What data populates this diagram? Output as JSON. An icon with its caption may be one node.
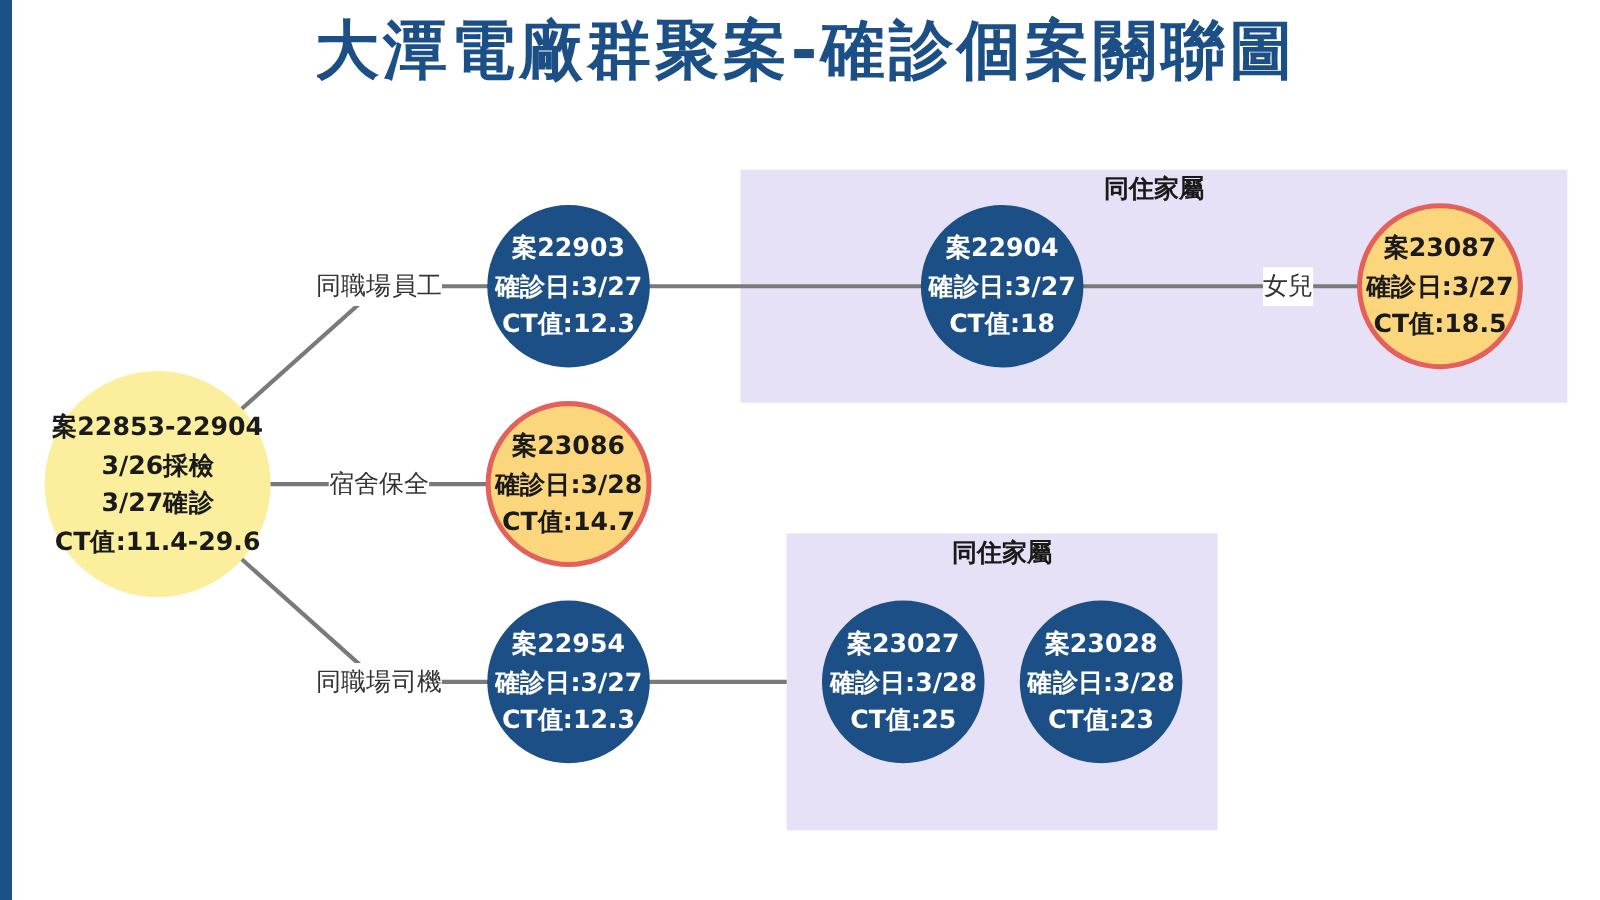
{
  "diagram": {
    "title": "大潭電廠群聚案-確診個案關聯圖",
    "nodes": [
      {
        "text": [
          "案22853-22904",
          "3/26採檢",
          "3/27確診",
          "CT值:11.4-29.6"
        ]
      },
      {
        "text": [
          "案22954",
          "確診日:3/27",
          "CT值:12.3"
        ]
      },
      {
        "text": [
          "同住家屬"
        ]
      },
      {
        "text": [
          "案23027",
          "確診日:3/28",
          "CT值:25"
        ],
        "in": 2
      },
      {
        "text": [
          "案23028",
          "確診日:3/28",
          "CT值:23"
        ],
        "in": 2
      },
      {
        "text": [
          "案23086",
          "確診日:3/28",
          "CT值:14.7"
        ]
      },
      {
        "text": [
          "案22903",
          "確診日:3/27",
          "CT值:12.3"
        ]
      },
      {
        "text": [
          "同住家屬"
        ]
      },
      {
        "text": [
          "案22904",
          "確診日:3/27",
          "CT值:18"
        ],
        "in": 7
      },
      {
        "text": [
          "案23087",
          "確診日:3/27",
          "CT值:18.5"
        ],
        "in": 7
      }
    ],
    "edges": [
      {
        "from": 0,
        "to": 1,
        "arrow": "none",
        "label": "同職場司機"
      },
      {
        "from": 1,
        "to": 2,
        "arrow": "none"
      },
      {
        "from": 0,
        "to": 5,
        "arrow": "none",
        "label": "宿舍保全"
      },
      {
        "from": 0,
        "to": 6,
        "arrow": "none",
        "label": "同職場員工"
      },
      {
        "from": 6,
        "to": 8,
        "arrow": "none"
      },
      {
        "from": 8,
        "to": 9,
        "arrow": "none",
        "label": "女兒"
      }
    ]
  }
}
